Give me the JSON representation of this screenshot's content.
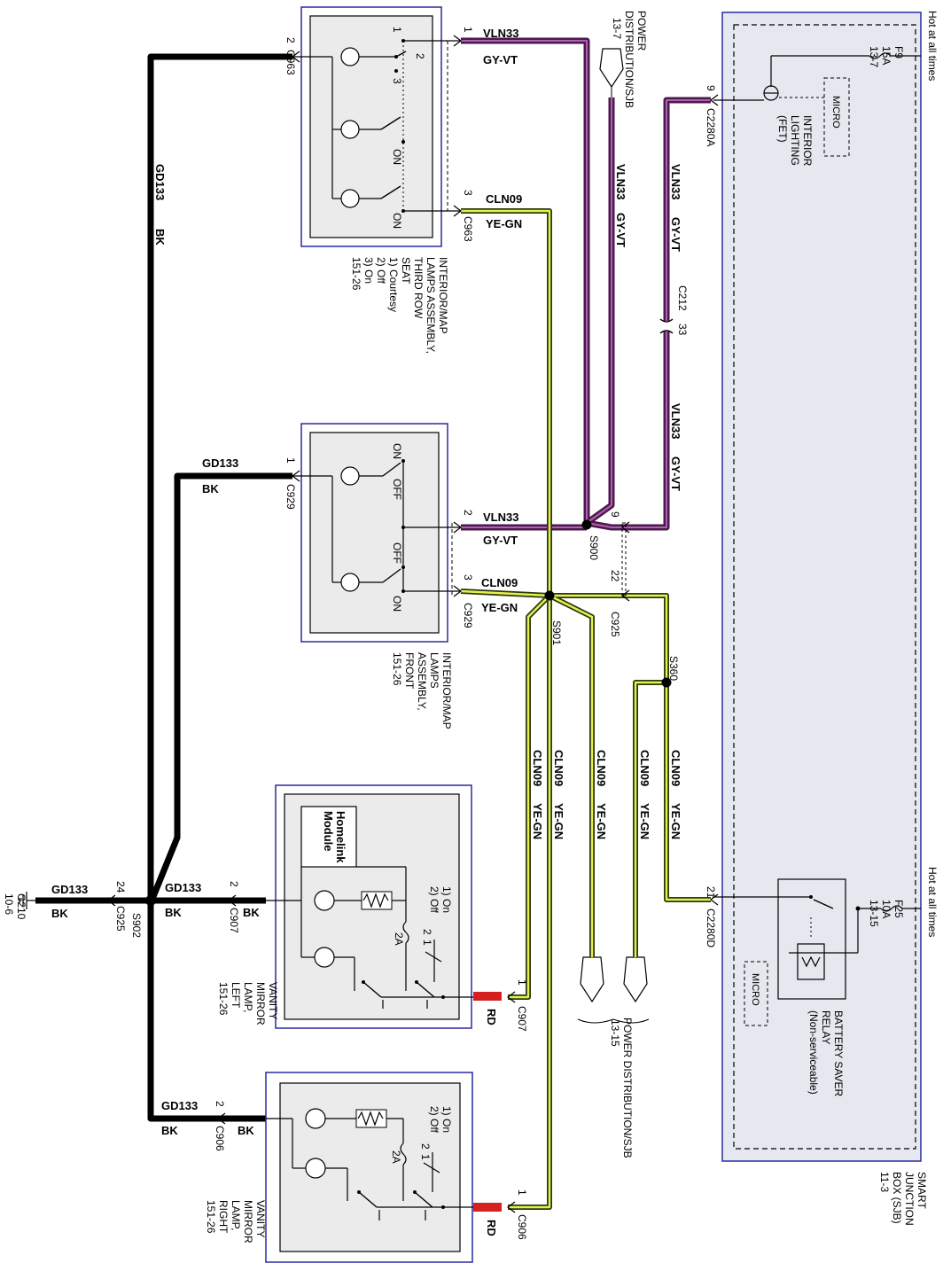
{
  "sjb": {
    "name_lines": [
      "SMART",
      "JUNCTION",
      "BOX (SJB)",
      "11-3"
    ],
    "hot_top": "Hot at all times",
    "hot_bottom": "Hot at all times",
    "fuse_f9": [
      "F9",
      "15A",
      "13-7"
    ],
    "fuse_f25": [
      "F25",
      "10A",
      "13-15"
    ],
    "micro": "MICRO",
    "interior_lighting": [
      "INTERIOR",
      "LIGHTING",
      "(FET)"
    ],
    "relay_lines": [
      "BATTERY SAVER",
      "RELAY",
      "(Non-serviceable)"
    ],
    "pin_9": "9",
    "conn_c2280a": "C2280A",
    "pin_21": "21",
    "conn_c2280d": "C2280D"
  },
  "power_dist_top": {
    "lines": [
      "POWER",
      "DISTRIBUTION/SJB"
    ],
    "ref": "13-7"
  },
  "power_dist_bottom": {
    "lines": [
      "POWER DISTRIBUTION/SJB",
      "13-15"
    ]
  },
  "wires": {
    "vln33": "VLN33",
    "gyvt": "GY-VT",
    "cln09": "CLN09",
    "yegn": "YE-GN",
    "gd133": "GD133",
    "bk": "BK",
    "rd": "RD"
  },
  "inline": {
    "conn": "C212",
    "pin": "33"
  },
  "splices": {
    "s900": "S900",
    "s901": "S901",
    "s360": "S360",
    "s902": "S902"
  },
  "c925": {
    "name": "C925",
    "pin_9": "9",
    "pin_22": "22",
    "pin_24": "24"
  },
  "third_row": {
    "label_lines": [
      "INTERIOR/MAP",
      "LAMPS ASSEMBLY,",
      "THIRD ROW",
      "SEAT",
      "1) Courtesy",
      "2) Off",
      "3) On",
      "151-26"
    ],
    "conn_top": "C963",
    "conn_bottom": "C963",
    "pin_2": "2",
    "pin_1": "1",
    "pin_3": "3",
    "sw_1": "1",
    "sw_2": "2",
    "sw_3": "3",
    "on_a": "ON",
    "on_b": "ON"
  },
  "front": {
    "label_lines": [
      "INTERIOR/MAP",
      "LAMPS",
      "ASSEMBLY,",
      "FRONT",
      "151-26"
    ],
    "conn_top": "C929",
    "conn_bottom": "C929",
    "pin_1": "1",
    "pin_2": "2",
    "pin_3": "3",
    "on_a": "ON",
    "off_a": "OFF",
    "off_b": "OFF",
    "on_b": "ON"
  },
  "vanity_left": {
    "label_lines": [
      "VANITY",
      "MIRROR",
      "LAMP,",
      "LEFT",
      "151-26"
    ],
    "conn_top": "C907",
    "conn_bottom": "C907",
    "pin_2": "2",
    "pin_1": "1",
    "homelink": [
      "Homelink",
      "Module"
    ],
    "modes": [
      "1) On",
      "2) Off"
    ],
    "sw_2": "2",
    "sw_1": "1",
    "sw_2a": "2A"
  },
  "vanity_right": {
    "label_lines": [
      "VANITY",
      "MIRROR",
      "LAMP,",
      "RIGHT",
      "151-26"
    ],
    "conn_top": "C906",
    "conn_bottom": "C906",
    "pin_2": "2",
    "pin_1": "1",
    "modes": [
      "1) On",
      "2) Off"
    ],
    "sw_2": "2",
    "sw_1": "1",
    "sw_2a": "2A"
  },
  "ground": {
    "name": "G210",
    "ref": "10-6"
  },
  "colors": {
    "violet": "#4a1a4a",
    "violet_core": "#b060b0",
    "yegn_outer": "#2a3a10",
    "yegn_core": "#e8f04a",
    "red": "#d42020",
    "frame": "#2a2aa0",
    "panel": "#ebebeb",
    "sjb_fill": "#e6e8ef"
  }
}
